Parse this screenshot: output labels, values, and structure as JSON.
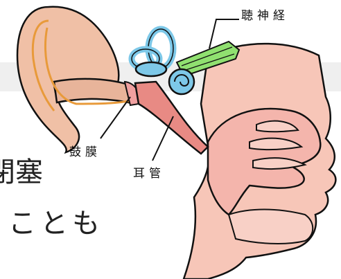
{
  "labels": {
    "auditory_nerve": "聴神経",
    "eardrum": "鼓膜",
    "eustachian_tube": "耳管"
  },
  "background_text": {
    "line1": "閉塞",
    "line2": "ことも"
  },
  "colors": {
    "skin": "#f7c6b8",
    "nasal": "#f4b5ac",
    "ear_canal": "#e8b49a",
    "eustachian": "#e88a84",
    "inner_ear": "#7dc8e8",
    "nerve": "#90e070",
    "outline": "#111111",
    "orange_line": "#e89a3a",
    "band": "#efefef"
  }
}
